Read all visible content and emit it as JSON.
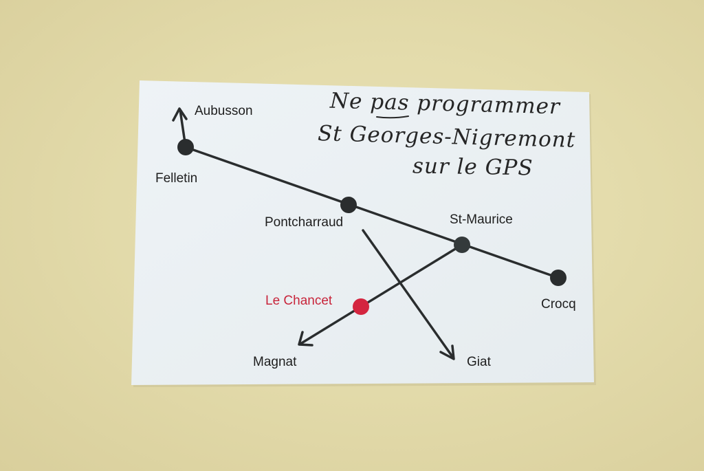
{
  "places": {
    "aubusson": "Aubusson",
    "felletin": "Felletin",
    "pontcharraud": "Pontcharraud",
    "st_maurice": "St-Maurice",
    "crocq": "Crocq",
    "le_chancet": "Le Chancet",
    "magnat": "Magnat",
    "giat": "Giat"
  },
  "handwritten_note": {
    "line1": "Ne pas programmer",
    "line2": "St Georges-Nigremont",
    "line3": "sur le GPS"
  },
  "colors": {
    "wall": "#e3dbab",
    "card": "#f1f5f7",
    "road": "#2a2d2e",
    "highlight": "#d4253f",
    "ink": "#262626"
  }
}
